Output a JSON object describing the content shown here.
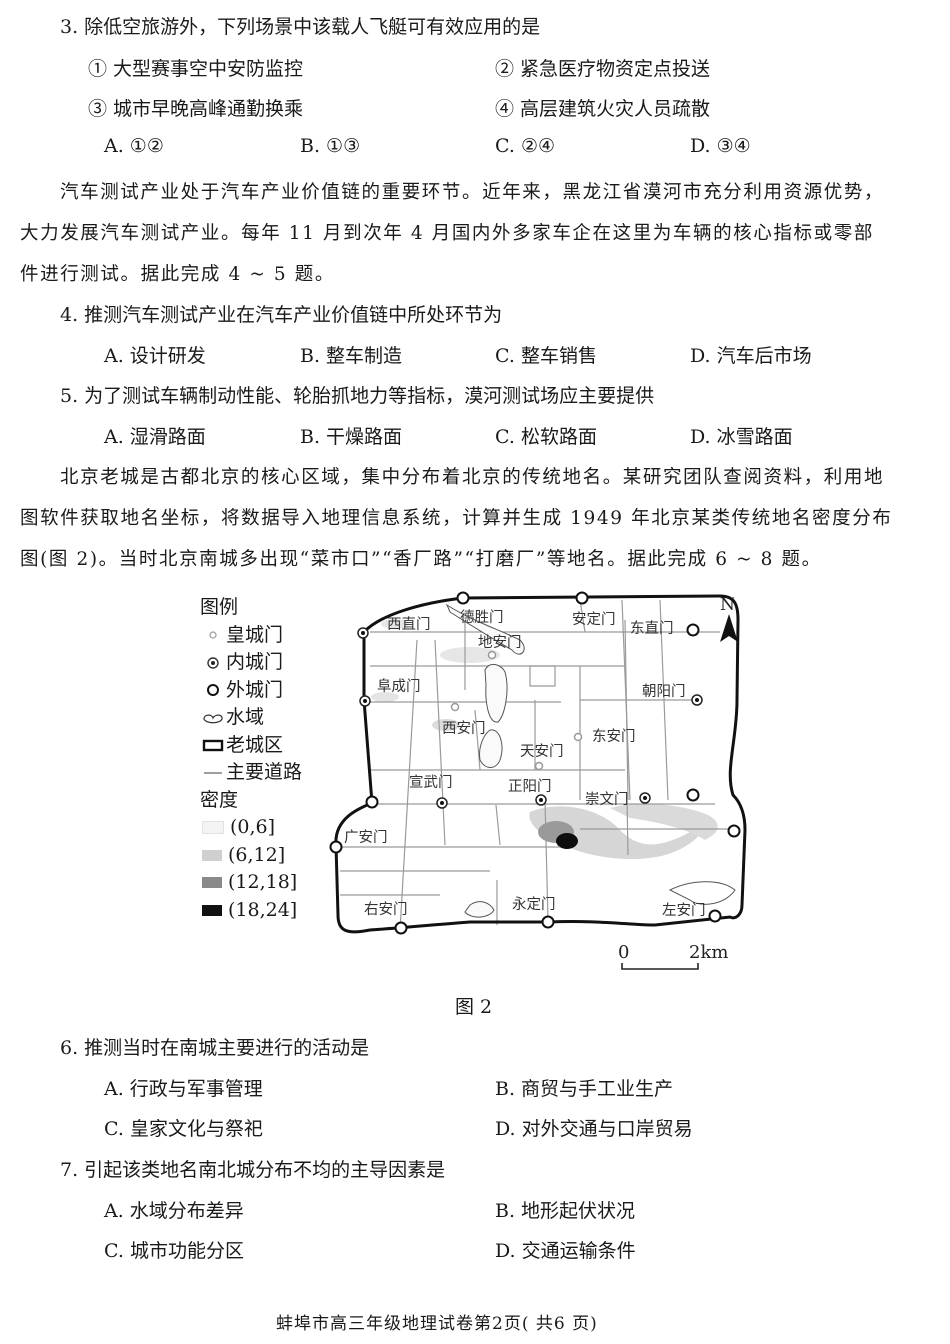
{
  "q3": {
    "stem": "3. 除低空旅游外，下列场景中该载人飞艇可有效应用的是",
    "items": [
      "① 大型赛事空中安防监控",
      "② 紧急医疗物资定点投送",
      "③ 城市早晚高峰通勤换乘",
      "④ 高层建筑火灾人员疏散"
    ],
    "options": [
      "A. ①②",
      "B. ①③",
      "C. ②④",
      "D. ③④"
    ]
  },
  "passage1": {
    "lines": [
      "汽车测试产业处于汽车产业价值链的重要环节。近年来，黑龙江省漠河市充分利用资源优势，",
      "大力发展汽车测试产业。每年 11 月到次年 4 月国内外多家车企在这里为车辆的核心指标或零部",
      "件进行测试。据此完成 4 ~ 5 题。"
    ]
  },
  "q4": {
    "stem": "4. 推测汽车测试产业在汽车产业价值链中所处环节为",
    "options": [
      "A. 设计研发",
      "B. 整车制造",
      "C. 整车销售",
      "D. 汽车后市场"
    ]
  },
  "q5": {
    "stem": "5. 为了测试车辆制动性能、轮胎抓地力等指标，漠河测试场应主要提供",
    "options": [
      "A. 湿滑路面",
      "B. 干燥路面",
      "C. 松软路面",
      "D. 冰雪路面"
    ]
  },
  "passage2": {
    "lines": [
      "北京老城是古都北京的核心区域，集中分布着北京的传统地名。某研究团队查阅资料，利用地",
      "图软件获取地名坐标，将数据导入地理信息系统，计算并生成 1949 年北京某类传统地名密度分布",
      "图(图 2)。当时北京南城多出现“菜市口”“香厂路”“打磨厂”等地名。据此完成 6 ~ 8 题。"
    ]
  },
  "figure": {
    "legend_title": "图例",
    "legend_items": [
      {
        "symbol": "imperial-gate-symbol",
        "label": "皇城门"
      },
      {
        "symbol": "inner-gate-symbol",
        "label": "内城门"
      },
      {
        "symbol": "outer-gate-symbol",
        "label": "外城门"
      },
      {
        "symbol": "water-symbol",
        "label": "水域"
      },
      {
        "symbol": "old-city-symbol",
        "label": "老城区"
      },
      {
        "symbol": "road-symbol",
        "label": "主要道路"
      }
    ],
    "density_title": "密度",
    "density_classes": [
      {
        "label": "(0,6]",
        "color": "#f4f4f4"
      },
      {
        "label": "(6,12]",
        "color": "#cfcfcf"
      },
      {
        "label": "(12,18]",
        "color": "#8a8a8a"
      },
      {
        "label": "(18,24]",
        "color": "#111111"
      }
    ],
    "gates": {
      "xizhimen": "西直门",
      "deshengmen": "德胜门",
      "andingmen": "安定门",
      "dongzhimen": "东直门",
      "dianmen": "地安门",
      "fuchengmen": "阜成门",
      "chaoyangmen": "朝阳门",
      "xi_anmen": "西安门",
      "dong_anmen": "东安门",
      "tiananmen": "天安门",
      "xuanwumen": "宣武门",
      "zhengyangmen": "正阳门",
      "chongwenmen": "崇文门",
      "guanganmen": "广安门",
      "youanmen": "右安门",
      "yongdingmen": "永定门",
      "zuoanmen": "左安门"
    },
    "north_label": "N",
    "scale_zero": "0",
    "scale_end": "2km",
    "caption": "图 2"
  },
  "q6": {
    "stem": "6. 推测当时在南城主要进行的活动是",
    "options": [
      "A. 行政与军事管理",
      "B. 商贸与手工业生产",
      "C. 皇家文化与祭祀",
      "D. 对外交通与口岸贸易"
    ]
  },
  "q7": {
    "stem": "7. 引起该类地名南北城分布不均的主导因素是",
    "options": [
      "A. 水域分布差异",
      "B. 地形起伏状况",
      "C. 城市功能分区",
      "D. 交通运输条件"
    ]
  },
  "footer": "蚌埠市高三年级地理试卷第2页( 共6 页)"
}
